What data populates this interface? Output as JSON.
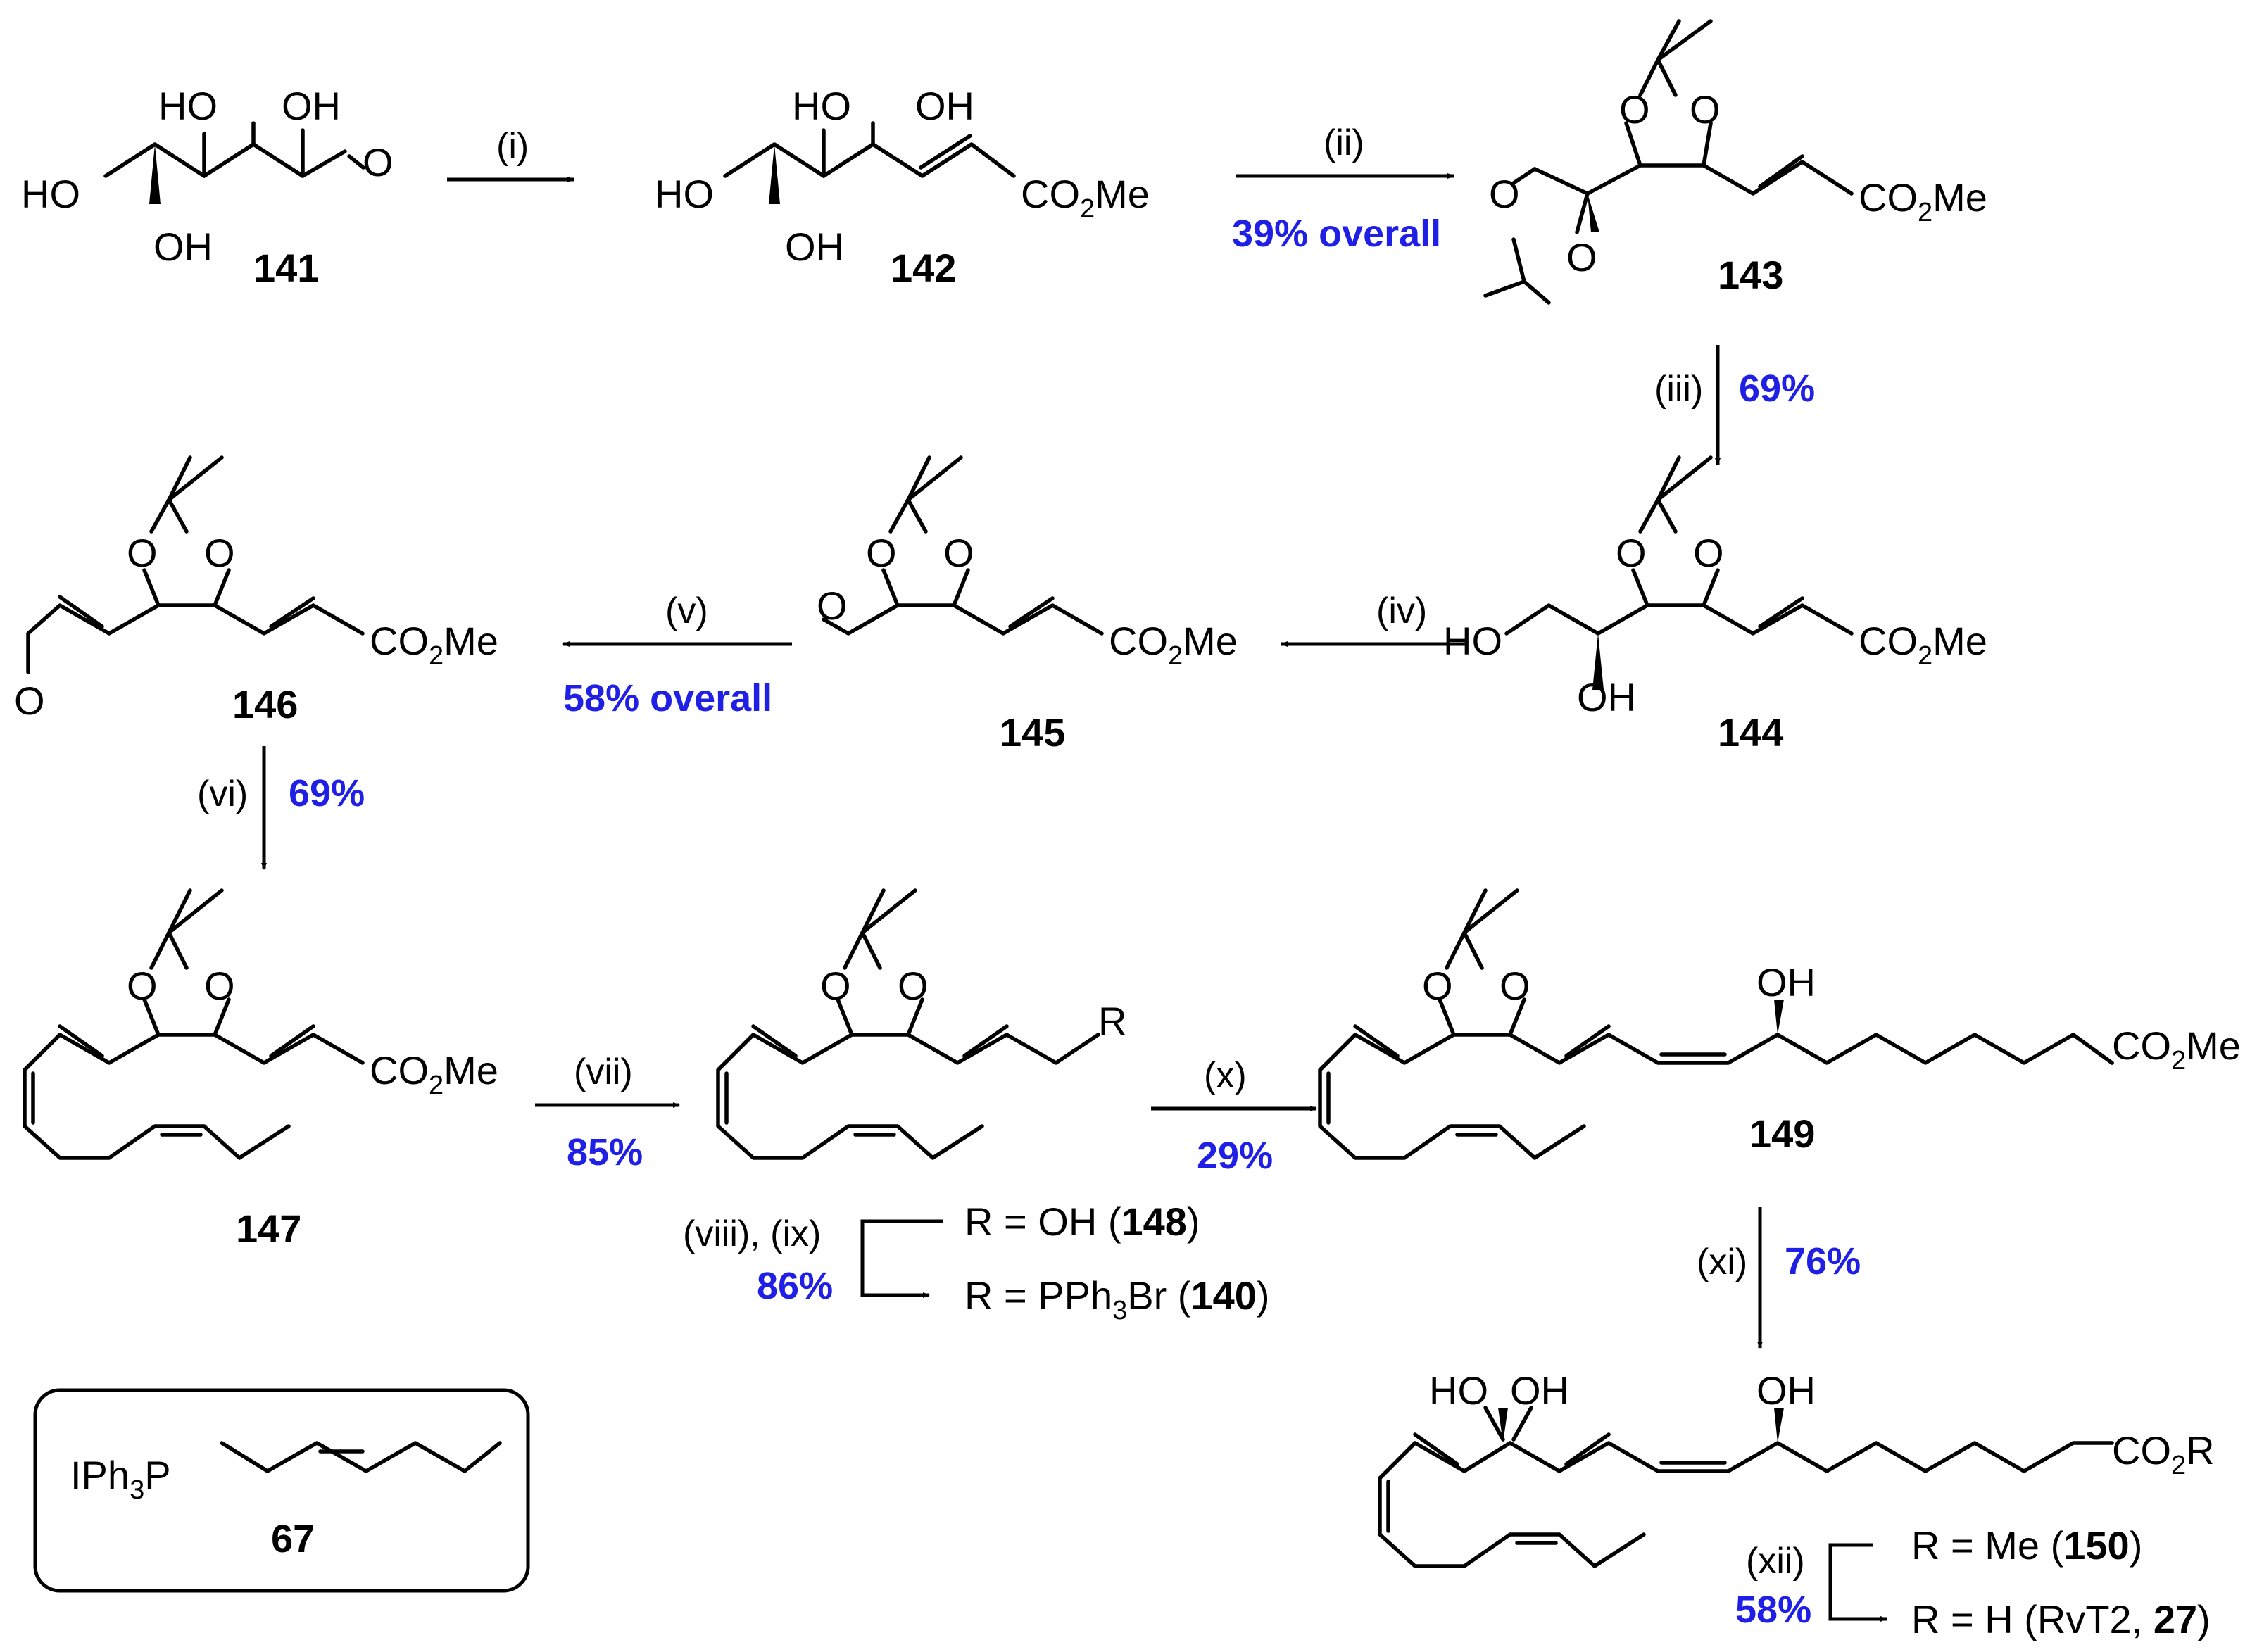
{
  "compounds": {
    "c141": "141",
    "c142": "142",
    "c143": "143",
    "c144": "144",
    "c145": "145",
    "c146": "146",
    "c147": "147",
    "c149": "149",
    "c67": "67"
  },
  "atoms": {
    "ho": "HO",
    "oh": "OH",
    "o": "O",
    "co2": "CO",
    "two": "2",
    "me": "Me",
    "r": "R",
    "iph": "IPh",
    "three": "3",
    "p": "P"
  },
  "steps": {
    "s1": "(i)",
    "s2": "(ii)",
    "s3": "(iii)",
    "s4": "(iv)",
    "s5": "(v)",
    "s6": "(vi)",
    "s7": "(vii)",
    "s89": "(viii), (ix)",
    "s10": "(x)",
    "s11": "(xi)",
    "s12": "(xii)"
  },
  "yields": {
    "y2": "39% overall",
    "y3": "69%",
    "y5": "58% overall",
    "y6": "69%",
    "y7": "85%",
    "y89": "86%",
    "y10": "29%",
    "y11": "76%",
    "y12": "58%"
  },
  "labels": {
    "r148_a": "R = OH (",
    "r148_b": "148",
    "r148_c": ")",
    "r140_a": "R = PPh",
    "r140_b": "3",
    "r140_c": "Br (",
    "r140_d": "140",
    "r140_e": ")",
    "r150_a": "R = Me (",
    "r150_b": "150",
    "r150_c": ")",
    "r27_a": "R = H (RvT2, ",
    "r27_b": "27",
    "r27_c": ")"
  },
  "colors": {
    "yield": "#1f1fe6",
    "ink": "#000000"
  }
}
